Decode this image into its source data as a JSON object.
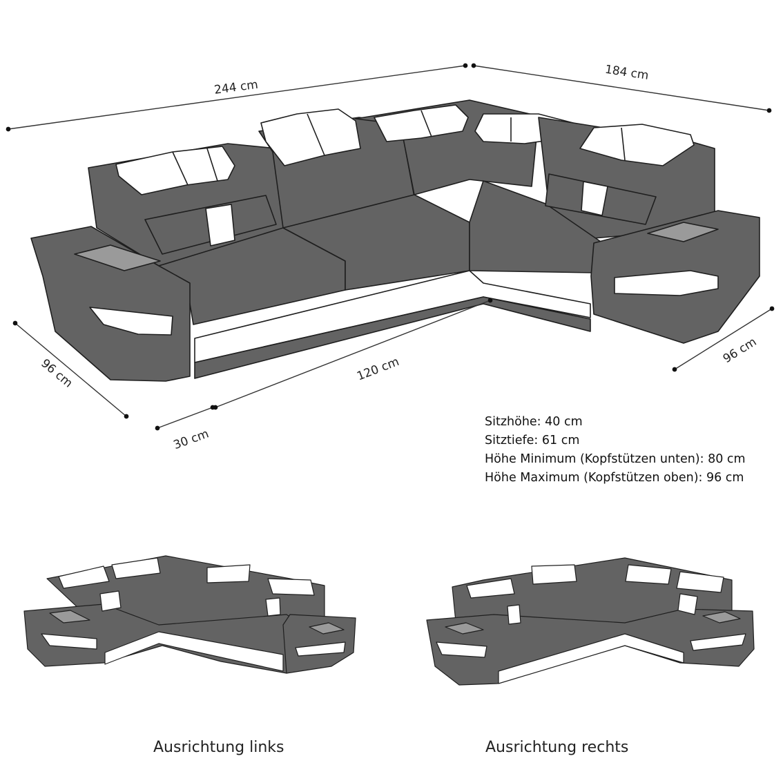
{
  "dimensions": {
    "total_width": "244 cm",
    "right_depth": "184 cm",
    "left_depth": "96 cm",
    "right_arm_depth": "96 cm",
    "seat_run": "120 cm",
    "offset": "30 cm"
  },
  "specs": [
    "Sitzhöhe: 40 cm",
    "Sitztiefe: 61 cm",
    "Höhe Minimum (Kopfstützen unten): 80 cm",
    "Höhe Maximum (Kopfstützen oben): 96 cm"
  ],
  "variants": {
    "left_caption": "Ausrichtung links",
    "right_caption": "Ausrichtung rechts"
  },
  "colors": {
    "upholstery": "#636363",
    "accent": "#ffffff",
    "outline": "#1e1e1e",
    "glass": "#9a9a9a"
  }
}
